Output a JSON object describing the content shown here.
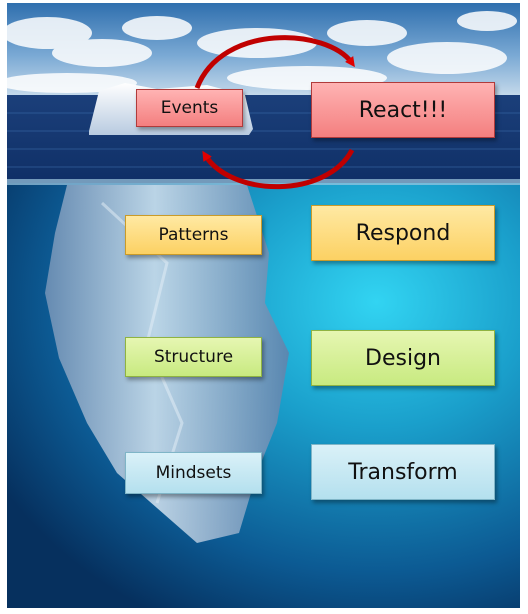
{
  "colors": {
    "events_fill": "#f48a8a",
    "patterns_fill": "#fcd163",
    "structure_fill": "#c8ea80",
    "mindsets_fill": "#b4e0ee",
    "arrow": "#e00000"
  },
  "left_column": {
    "events": "Events",
    "patterns": "Patterns",
    "structure": "Structure",
    "mindsets": "Mindsets"
  },
  "right_column": {
    "react": "React!!!",
    "respond": "Respond",
    "design": "Design",
    "transform": "Transform"
  }
}
